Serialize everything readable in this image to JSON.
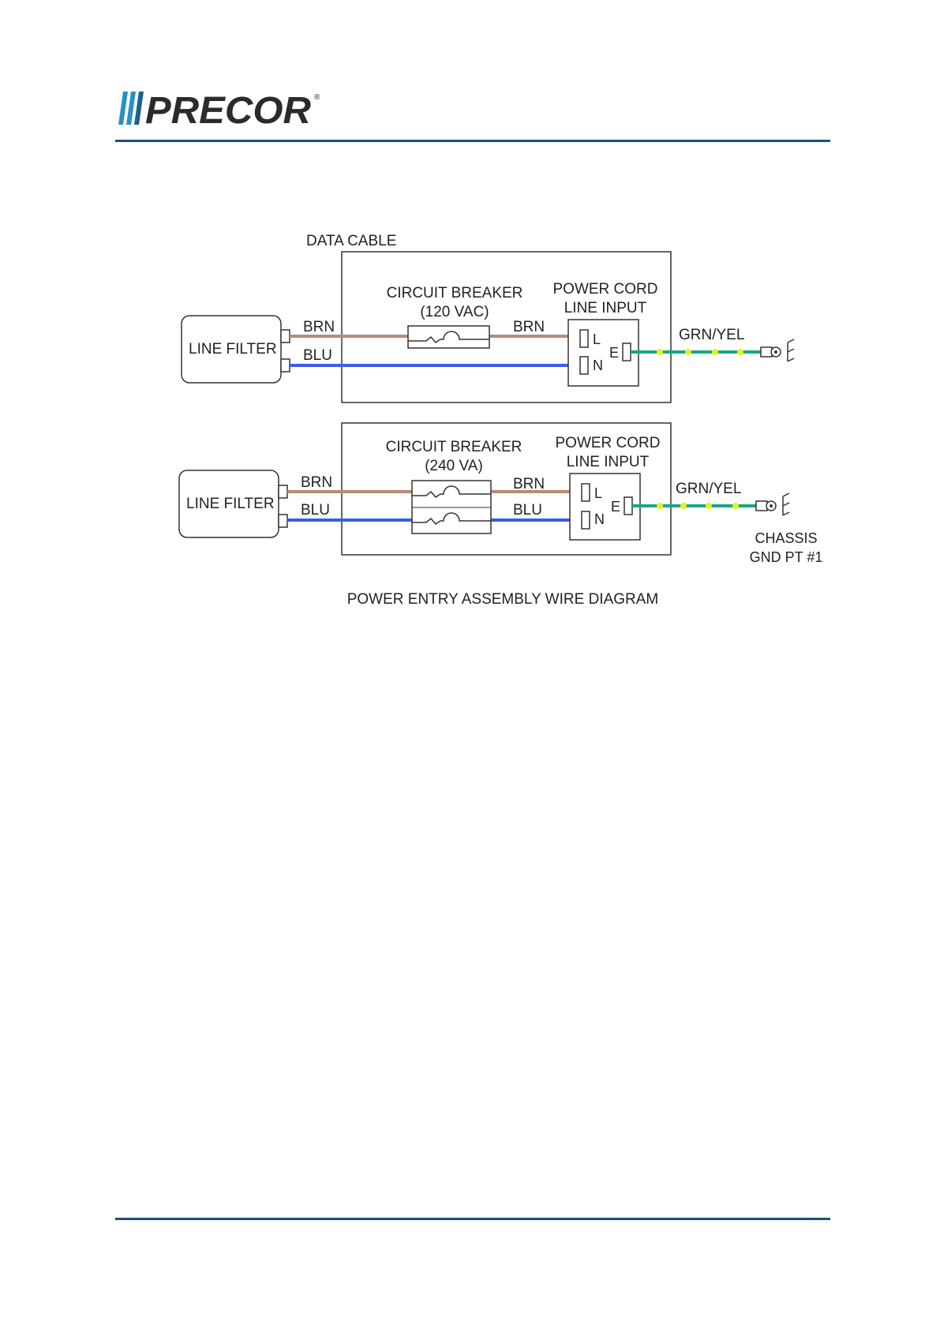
{
  "header": {
    "logo_text": "PRECOR",
    "brand_color": "#2b2b2b",
    "stripe_color": "#2a8fc9",
    "rule_color": "#1f4e79"
  },
  "diagram": {
    "data_cable_label": "DATA CABLE",
    "wire_colors": {
      "brn": "#b98b73",
      "blu": "#3a5bea",
      "grn": "#17a889",
      "yel": "#e9f017"
    },
    "upper": {
      "line_filter": "LINE FILTER",
      "brn_left": "BRN",
      "blu_left": "BLU",
      "breaker_title": "CIRCUIT BREAKER",
      "breaker_rating": "(120 VAC)",
      "brn_right": "BRN",
      "power_cord_title": "POWER CORD",
      "power_cord_sub": "LINE INPUT",
      "terminal_l": "L",
      "terminal_n": "N",
      "terminal_e": "E",
      "ground_wire": "GRN/YEL"
    },
    "lower": {
      "line_filter": "LINE FILTER",
      "brn_left": "BRN",
      "blu_left": "BLU",
      "breaker_title": "CIRCUIT BREAKER",
      "breaker_rating": "(240 VA)",
      "brn_right": "BRN",
      "blu_right": "BLU",
      "power_cord_title": "POWER CORD",
      "power_cord_sub": "LINE INPUT",
      "terminal_l": "L",
      "terminal_n": "N",
      "terminal_e": "E",
      "ground_wire": "GRN/YEL",
      "chassis_line1": "CHASSIS",
      "chassis_line2": "GND PT #1"
    },
    "caption": "POWER ENTRY ASSEMBLY WIRE DIAGRAM"
  }
}
